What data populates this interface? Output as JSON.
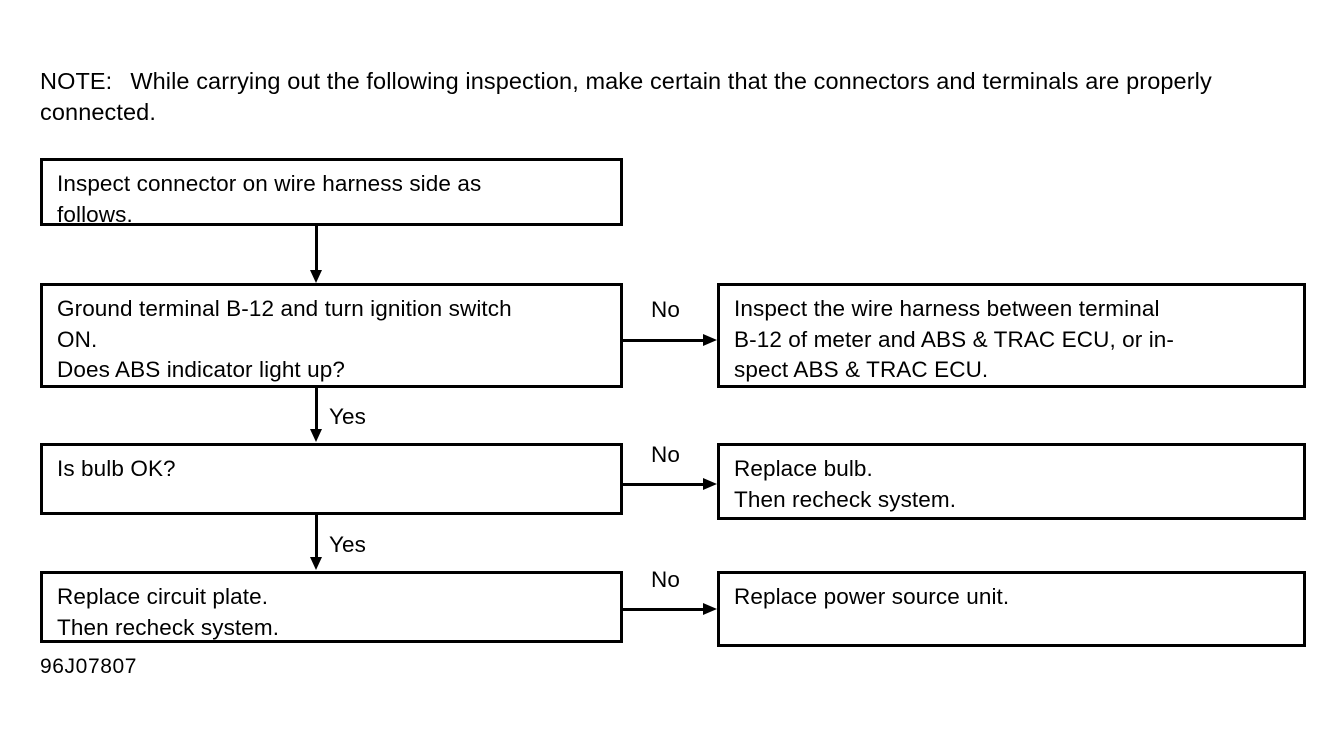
{
  "figure": {
    "code": "96J07807",
    "note": {
      "label": "NOTE:",
      "text": "While carrying out the following inspection, make certain that the connectors and terminals are properly connected."
    }
  },
  "flow": {
    "boxes": [
      {
        "id": "inspect-connector",
        "column": "left",
        "lines": [
          "Inspect connector on wire harness side as",
          "follows."
        ]
      },
      {
        "id": "ground-terminal",
        "column": "left",
        "lines": [
          "Ground terminal B-12 and turn ignition switch",
          "ON.",
          "Does ABS indicator light up?"
        ]
      },
      {
        "id": "is-bulb-ok",
        "column": "left",
        "lines": [
          "Is bulb OK?"
        ]
      },
      {
        "id": "replace-circuit",
        "column": "left",
        "lines": [
          "Replace circuit plate.",
          "Then recheck system."
        ]
      },
      {
        "id": "inspect-harness",
        "column": "right",
        "lines": [
          "Inspect the wire harness between terminal",
          "B-12 of meter and ABS & TRAC ECU, or in-",
          "spect ABS & TRAC ECU."
        ]
      },
      {
        "id": "replace-bulb",
        "column": "right",
        "lines": [
          "Replace bulb.",
          "Then recheck system."
        ]
      },
      {
        "id": "replace-power",
        "column": "right",
        "lines": [
          "Replace power source unit."
        ]
      }
    ],
    "edges": [
      {
        "id": "no-1",
        "label": "No",
        "from": "ground-terminal",
        "to": "inspect-harness"
      },
      {
        "id": "no-2",
        "label": "No",
        "from": "is-bulb-ok",
        "to": "replace-bulb"
      },
      {
        "id": "no-3",
        "label": "No",
        "from": "replace-circuit",
        "to": "replace-power"
      },
      {
        "id": "yes-1",
        "label": "Yes",
        "from": "ground-terminal",
        "to": "is-bulb-ok"
      },
      {
        "id": "yes-2",
        "label": "Yes",
        "from": "is-bulb-ok",
        "to": "replace-circuit"
      }
    ]
  },
  "colors": {
    "ink": "#000000",
    "paper": "#ffffff"
  }
}
